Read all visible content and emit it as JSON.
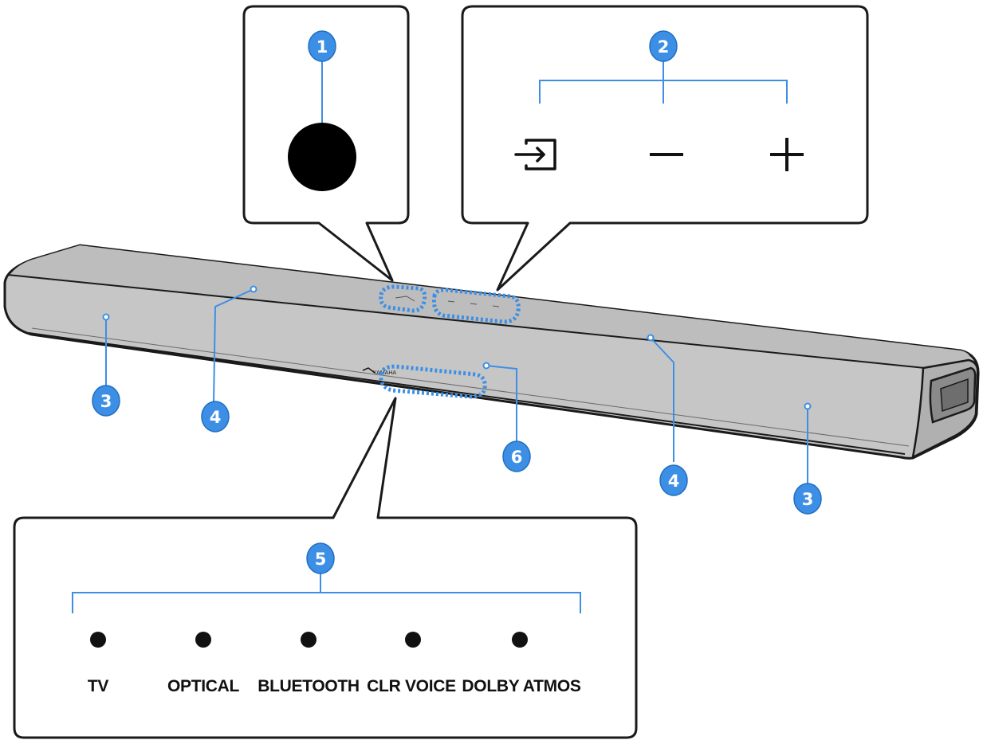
{
  "colors": {
    "callout_blue": "#3d8fe5",
    "outline": "#1a1a1a",
    "bar_fill": "#c9c9c9",
    "bar_face": "#bdbdbd"
  },
  "callouts": {
    "n1": "1",
    "n2": "2",
    "n3_left": "3",
    "n3_right": "3",
    "n4_left": "4",
    "n4_right": "4",
    "n5": "5",
    "n6": "6"
  },
  "top_panel_icons": [
    "power-button-icon",
    "input-icon",
    "volume-down-icon",
    "volume-up-icon"
  ],
  "indicators": [
    {
      "label": "TV"
    },
    {
      "label": "OPTICAL"
    },
    {
      "label": "BLUETOOTH"
    },
    {
      "label": "CLR VOICE"
    },
    {
      "label": "DOLBY ATMOS"
    }
  ]
}
